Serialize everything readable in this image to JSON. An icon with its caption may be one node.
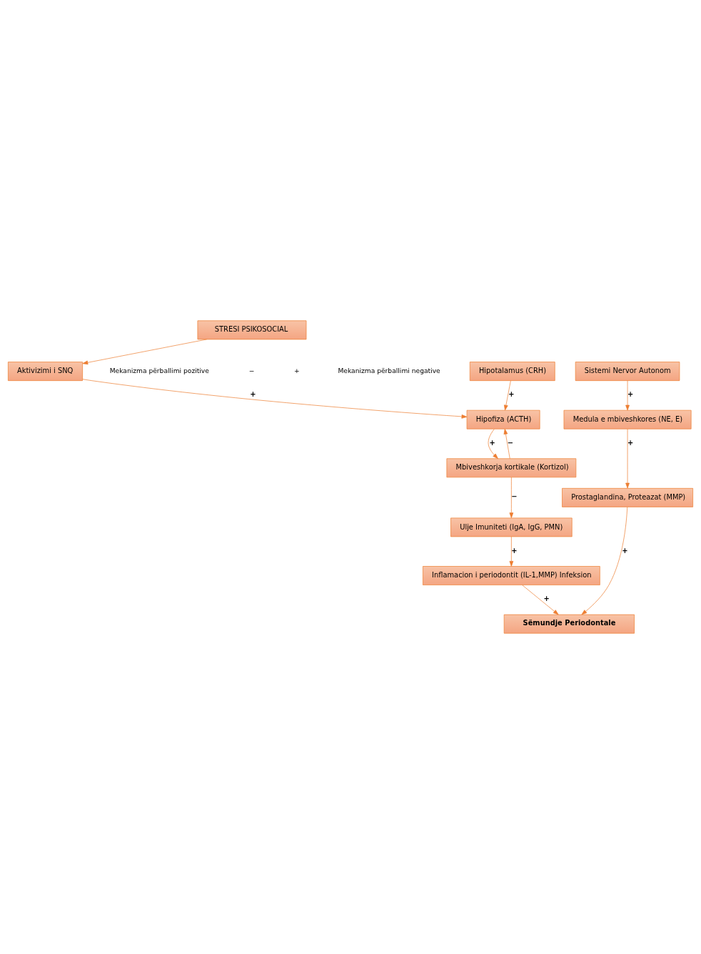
{
  "diagram": {
    "nodes": [
      {
        "text": [
          "STRESI PSIKOSOCIAL"
        ]
      },
      {
        "text": [
          "Aktivizimi i SNQ"
        ]
      },
      {
        "text": [
          "Sistemi Nervor Autonom"
        ]
      },
      {
        "text": [
          "Hipotalamus (CRH)"
        ]
      },
      {
        "text": [
          "Hipofiza (ACTH)"
        ]
      },
      {
        "text": [
          "Medula e mbiveshkores (NE, E)"
        ]
      },
      {
        "text": [
          "Mbiveshkorja kortikale (Kortizol)"
        ]
      },
      {
        "text": [
          "Prostaglandina, Proteazat (MMP)"
        ]
      },
      {
        "text": [
          "Ulje Imuniteti (IgA, IgG, PMN)"
        ]
      },
      {
        "text": [
          "Inflamacion i periodontit (IL-1,MMP) Infeksion"
        ]
      },
      {
        "text": [
          "Sëmundje Periodontale"
        ]
      }
    ],
    "edges": [
      {
        "from": 0,
        "to": 1,
        "arrow": "to"
      },
      {
        "from": 1,
        "to": 4,
        "arrow": "to",
        "label": "+"
      },
      {
        "from": 3,
        "to": 4,
        "arrow": "to",
        "label": "+"
      },
      {
        "from": 2,
        "to": 5,
        "arrow": "to",
        "label": "+"
      },
      {
        "from": 4,
        "to": 6,
        "arrow": "to",
        "label": "+"
      },
      {
        "from": 6,
        "to": 4,
        "arrow": "to",
        "label": "−"
      },
      {
        "from": 5,
        "to": 7,
        "arrow": "to",
        "label": "+"
      },
      {
        "from": 6,
        "to": 8,
        "arrow": "to",
        "label": "−"
      },
      {
        "from": 8,
        "to": 9,
        "arrow": "to",
        "label": "+"
      },
      {
        "from": 7,
        "to": 10,
        "arrow": "to",
        "label": "+"
      },
      {
        "from": 9,
        "to": 10,
        "arrow": "to",
        "label": "+"
      }
    ],
    "labels": [
      "Mekanizma përballimi pozitive",
      "−",
      "+",
      "Mekanizma përballimi negative"
    ]
  }
}
